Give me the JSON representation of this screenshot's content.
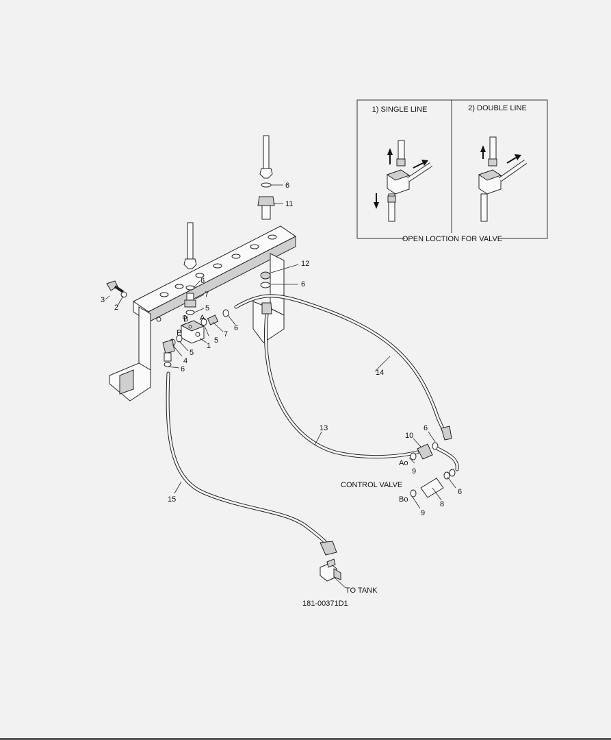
{
  "inset": {
    "left_title": "1) SINGLE LINE",
    "right_title": "2) DOUBLE LINE",
    "caption": "OPEN LOCTION FOR VALVE"
  },
  "callouts": {
    "c1": "1",
    "c2": "2",
    "c3": "3",
    "c4": "4",
    "c5a": "5",
    "c5b": "5",
    "c5c": "5",
    "c6a": "6",
    "c6b": "6",
    "c6c": "6",
    "c6d": "6",
    "c6e": "6",
    "c6f": "6",
    "c6g": "6",
    "c7a": "7",
    "c7b": "7",
    "c8": "8",
    "c9a": "9",
    "c9b": "9",
    "c10": "10",
    "c11": "11",
    "c12": "12",
    "c13": "13",
    "c14": "14",
    "c15": "15",
    "portA": "A",
    "portB": "B",
    "portP": "P",
    "portAo": "Ao",
    "portBo": "Bo"
  },
  "labels": {
    "control_valve": "CONTROL VALVE",
    "to_tank": "TO TANK",
    "drawing_number": "181-00371D1"
  }
}
